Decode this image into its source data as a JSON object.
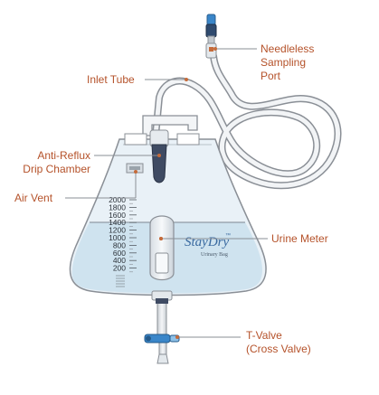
{
  "labels": {
    "needleless_port": [
      "Needleless",
      "Sampling",
      "Port"
    ],
    "inlet_tube": "Inlet Tube",
    "anti_reflux": [
      "Anti-Reflux",
      "Drip Chamber"
    ],
    "air_vent": "Air Vent",
    "urine_meter": "Urine Meter",
    "t_valve": [
      "T-Valve",
      "(Cross Valve)"
    ]
  },
  "brand": {
    "name": "StayDry",
    "trademark": "™",
    "sub": "Urinary Bag"
  },
  "scale": [
    "2000",
    "1800",
    "1600",
    "1400",
    "1200",
    "1000",
    "800",
    "600",
    "400",
    "200"
  ],
  "colors": {
    "label": "#b5522a",
    "line": "#8a8f96",
    "bag_fill": "#e9f1f7",
    "liquid": "#cfe3ef",
    "valve_blue": "#3a86c9",
    "drip_dark": "#3f4b63"
  },
  "icons": [
    "valve-icon",
    "port-icon",
    "drip-chamber-icon",
    "air-vent-icon"
  ]
}
